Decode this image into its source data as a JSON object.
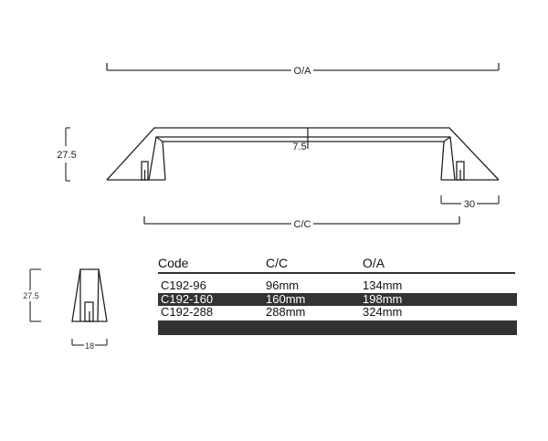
{
  "drawing": {
    "front_view": {
      "overall_label": "O/A",
      "centers_label": "C/C",
      "height_label": "27.5",
      "bar_thickness_label": "7.5",
      "foot_width_label": "30"
    },
    "side_view": {
      "height_label": "27.5",
      "width_label": "18"
    },
    "line_color": "#222222",
    "dimension_color": "#555555"
  },
  "spec_table": {
    "headers": {
      "code": "Code",
      "cc": "C/C",
      "oa": "O/A"
    },
    "rows": [
      {
        "code": "C192-96",
        "cc": "96mm",
        "oa": "134mm",
        "dark": false
      },
      {
        "code": "C192-160",
        "cc": "160mm",
        "oa": "198mm",
        "dark": true
      },
      {
        "code": "C192-288",
        "cc": "288mm",
        "oa": "324mm",
        "dark": false
      }
    ],
    "dark_fill": "#333333"
  }
}
